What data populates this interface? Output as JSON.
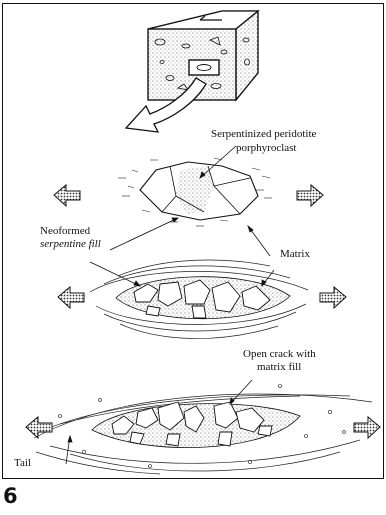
{
  "labels": {
    "porphyroclast_line1": "Serpentinized peridotite",
    "porphyroclast_line2": "porphyroclast",
    "neoformed_line1": "Neoformed",
    "neoformed_line2": "serpentine fill",
    "matrix": "Matrix",
    "open_crack_line1": "Open crack with",
    "open_crack_line2": "matrix fill",
    "tail": "Tail"
  },
  "figure_number": "6",
  "colors": {
    "ink": "#111111",
    "fill_stipple": "#9a9a9a",
    "background": "#ffffff"
  }
}
